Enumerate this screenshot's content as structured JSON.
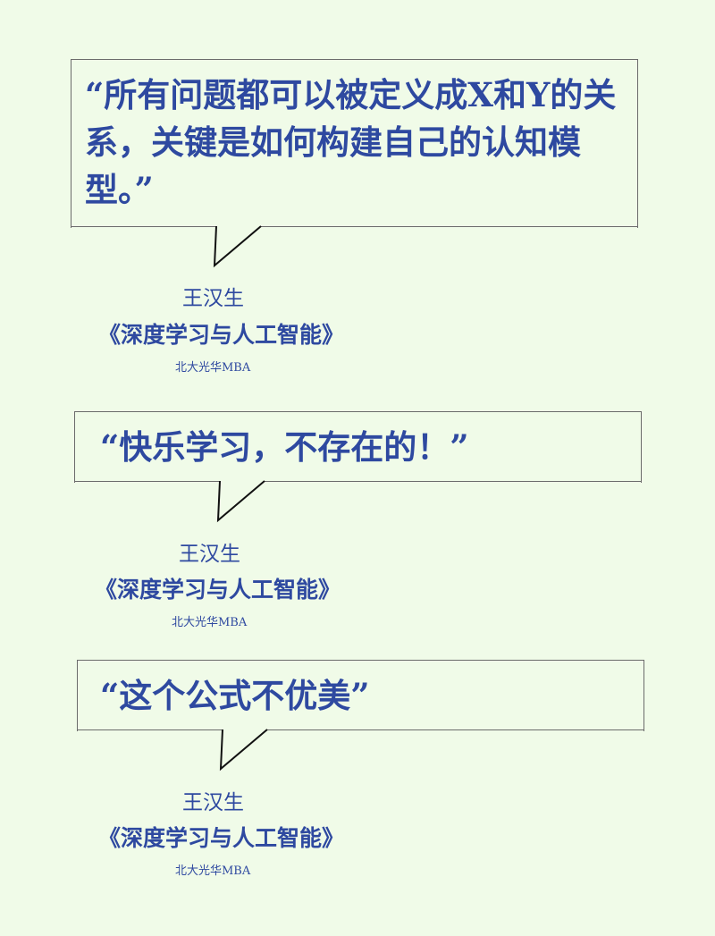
{
  "quotes": [
    {
      "text": "“所有问题都可以被定义成X和Y的关系，关键是如何构建自己的认知模型。”",
      "author": "王汉生",
      "book": "《深度学习与人工智能》",
      "publisher": "北大光华MBA"
    },
    {
      "text": "“快乐学习，不存在的！”",
      "author": "王汉生",
      "book": "《深度学习与人工智能》",
      "publisher": "北大光华MBA"
    },
    {
      "text": "“这个公式不优美”",
      "author": "王汉生",
      "book": "《深度学习与人工智能》",
      "publisher": "北大光华MBA"
    }
  ],
  "colors": {
    "background": "#f0fbe8",
    "text": "#2e49a0",
    "border": "#6b6b6b"
  }
}
